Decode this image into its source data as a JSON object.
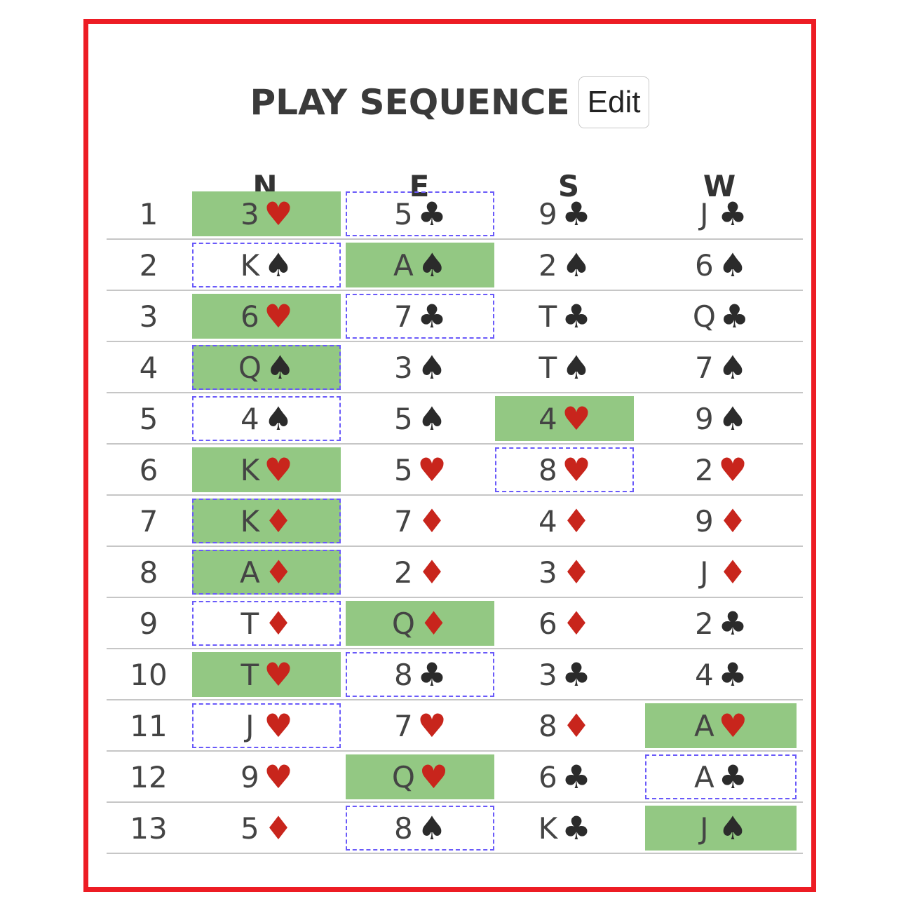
{
  "header": {
    "title": "PLAY SEQUENCE",
    "edit_label": "Edit"
  },
  "columns": [
    "N",
    "E",
    "S",
    "W"
  ],
  "suit_glyphs": {
    "h": "♥",
    "s": "♠",
    "c": "♣",
    "d": "♦"
  },
  "colors": {
    "winner_fill": "#93c883",
    "lead_border": "#6a5af9",
    "frame": "#ed1c24",
    "red_suit": "#c8251c"
  },
  "tricks": [
    {
      "num": "1",
      "cards": [
        {
          "rank": "3",
          "suit": "h",
          "win": true,
          "lead": false
        },
        {
          "rank": "5",
          "suit": "c",
          "win": false,
          "lead": true
        },
        {
          "rank": "9",
          "suit": "c",
          "win": false,
          "lead": false
        },
        {
          "rank": "J",
          "suit": "c",
          "win": false,
          "lead": false
        }
      ]
    },
    {
      "num": "2",
      "cards": [
        {
          "rank": "K",
          "suit": "s",
          "win": false,
          "lead": true
        },
        {
          "rank": "A",
          "suit": "s",
          "win": true,
          "lead": false
        },
        {
          "rank": "2",
          "suit": "s",
          "win": false,
          "lead": false
        },
        {
          "rank": "6",
          "suit": "s",
          "win": false,
          "lead": false
        }
      ]
    },
    {
      "num": "3",
      "cards": [
        {
          "rank": "6",
          "suit": "h",
          "win": true,
          "lead": false
        },
        {
          "rank": "7",
          "suit": "c",
          "win": false,
          "lead": true
        },
        {
          "rank": "T",
          "suit": "c",
          "win": false,
          "lead": false
        },
        {
          "rank": "Q",
          "suit": "c",
          "win": false,
          "lead": false
        }
      ]
    },
    {
      "num": "4",
      "cards": [
        {
          "rank": "Q",
          "suit": "s",
          "win": true,
          "lead": true
        },
        {
          "rank": "3",
          "suit": "s",
          "win": false,
          "lead": false
        },
        {
          "rank": "T",
          "suit": "s",
          "win": false,
          "lead": false
        },
        {
          "rank": "7",
          "suit": "s",
          "win": false,
          "lead": false
        }
      ]
    },
    {
      "num": "5",
      "cards": [
        {
          "rank": "4",
          "suit": "s",
          "win": false,
          "lead": true
        },
        {
          "rank": "5",
          "suit": "s",
          "win": false,
          "lead": false
        },
        {
          "rank": "4",
          "suit": "h",
          "win": true,
          "lead": false
        },
        {
          "rank": "9",
          "suit": "s",
          "win": false,
          "lead": false
        }
      ]
    },
    {
      "num": "6",
      "cards": [
        {
          "rank": "K",
          "suit": "h",
          "win": true,
          "lead": false
        },
        {
          "rank": "5",
          "suit": "h",
          "win": false,
          "lead": false
        },
        {
          "rank": "8",
          "suit": "h",
          "win": false,
          "lead": true
        },
        {
          "rank": "2",
          "suit": "h",
          "win": false,
          "lead": false
        }
      ]
    },
    {
      "num": "7",
      "cards": [
        {
          "rank": "K",
          "suit": "d",
          "win": true,
          "lead": true
        },
        {
          "rank": "7",
          "suit": "d",
          "win": false,
          "lead": false
        },
        {
          "rank": "4",
          "suit": "d",
          "win": false,
          "lead": false
        },
        {
          "rank": "9",
          "suit": "d",
          "win": false,
          "lead": false
        }
      ]
    },
    {
      "num": "8",
      "cards": [
        {
          "rank": "A",
          "suit": "d",
          "win": true,
          "lead": true
        },
        {
          "rank": "2",
          "suit": "d",
          "win": false,
          "lead": false
        },
        {
          "rank": "3",
          "suit": "d",
          "win": false,
          "lead": false
        },
        {
          "rank": "J",
          "suit": "d",
          "win": false,
          "lead": false
        }
      ]
    },
    {
      "num": "9",
      "cards": [
        {
          "rank": "T",
          "suit": "d",
          "win": false,
          "lead": true
        },
        {
          "rank": "Q",
          "suit": "d",
          "win": true,
          "lead": false
        },
        {
          "rank": "6",
          "suit": "d",
          "win": false,
          "lead": false
        },
        {
          "rank": "2",
          "suit": "c",
          "win": false,
          "lead": false
        }
      ]
    },
    {
      "num": "10",
      "cards": [
        {
          "rank": "T",
          "suit": "h",
          "win": true,
          "lead": false
        },
        {
          "rank": "8",
          "suit": "c",
          "win": false,
          "lead": true
        },
        {
          "rank": "3",
          "suit": "c",
          "win": false,
          "lead": false
        },
        {
          "rank": "4",
          "suit": "c",
          "win": false,
          "lead": false
        }
      ]
    },
    {
      "num": "11",
      "cards": [
        {
          "rank": "J",
          "suit": "h",
          "win": false,
          "lead": true
        },
        {
          "rank": "7",
          "suit": "h",
          "win": false,
          "lead": false
        },
        {
          "rank": "8",
          "suit": "d",
          "win": false,
          "lead": false
        },
        {
          "rank": "A",
          "suit": "h",
          "win": true,
          "lead": false
        }
      ]
    },
    {
      "num": "12",
      "cards": [
        {
          "rank": "9",
          "suit": "h",
          "win": false,
          "lead": false
        },
        {
          "rank": "Q",
          "suit": "h",
          "win": true,
          "lead": false
        },
        {
          "rank": "6",
          "suit": "c",
          "win": false,
          "lead": false
        },
        {
          "rank": "A",
          "suit": "c",
          "win": false,
          "lead": true
        }
      ]
    },
    {
      "num": "13",
      "cards": [
        {
          "rank": "5",
          "suit": "d",
          "win": false,
          "lead": false
        },
        {
          "rank": "8",
          "suit": "s",
          "win": false,
          "lead": true
        },
        {
          "rank": "K",
          "suit": "c",
          "win": false,
          "lead": false
        },
        {
          "rank": "J",
          "suit": "s",
          "win": true,
          "lead": false
        }
      ]
    }
  ]
}
